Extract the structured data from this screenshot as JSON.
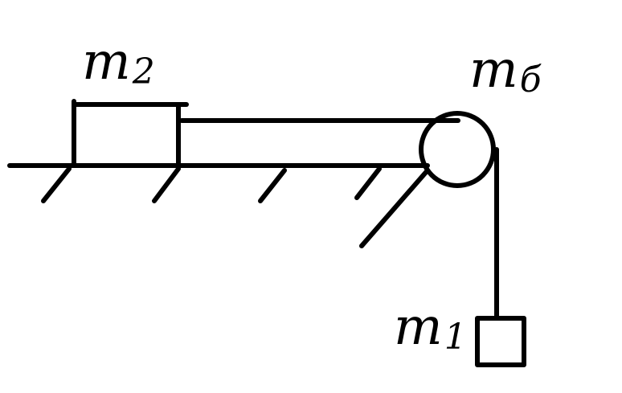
{
  "labels": {
    "block_on_table": {
      "letter": "m",
      "subscript": "2"
    },
    "pulley": {
      "letter": "m",
      "subscript": "б"
    },
    "hanging_block": {
      "letter": "m",
      "subscript": "1"
    }
  }
}
